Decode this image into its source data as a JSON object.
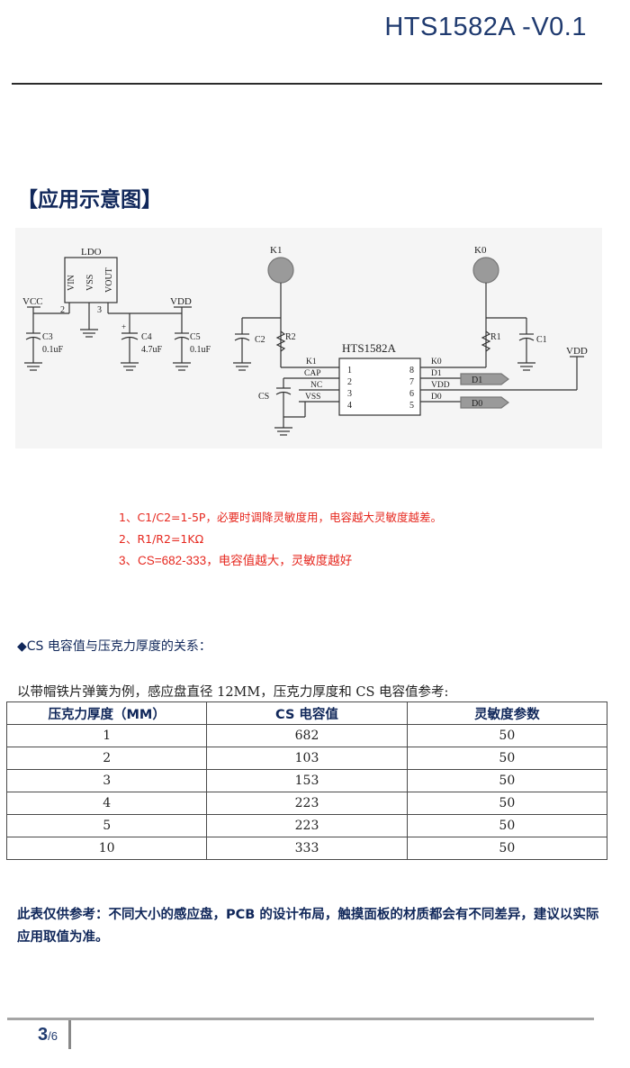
{
  "header": {
    "title": "HTS1582A -V0.1"
  },
  "section": {
    "title": "【应用示意图】"
  },
  "schematic": {
    "labels": {
      "ldo": "LDO",
      "vin": "VIN",
      "vss": "VSS",
      "vout": "VOUT",
      "pin2": "2",
      "pin3": "3",
      "vcc": "VCC",
      "vdd_left": "VDD",
      "c3": "C3",
      "c3_val": "0.1uF",
      "c4": "C4",
      "c4_val": "4.7uF",
      "c5": "C5",
      "c5_val": "0.1uF",
      "k1": "K1",
      "k0": "K0",
      "c2": "C2",
      "r2": "R2",
      "r1": "R1",
      "c1": "C1",
      "chip": "HTS1582A",
      "pin_k1": "K1",
      "pin_cap": "CAP",
      "pin_nc": "NC",
      "pin_vss": "VSS",
      "n1": "1",
      "n2": "2",
      "n3": "3",
      "n4": "4",
      "n8": "8",
      "n7": "7",
      "n6": "6",
      "n5": "5",
      "pin_k0": "K0",
      "pin_d1": "D1",
      "pin_vdd": "VDD",
      "pin_d0": "D0",
      "cs": "CS",
      "vdd_right": "VDD",
      "d1_tag": "D1",
      "d0_tag": "D0"
    }
  },
  "notes": [
    "1、C1/C2=1-5P，必要时调降灵敏度用，电容越大灵敏度越差。",
    "2、R1/R2=1KΩ",
    "3、CS=682-333，电容值越大，灵敏度越好"
  ],
  "relation": {
    "title": "◆CS 电容值与压克力厚度的关系：",
    "intro": "以带帽铁片弹簧为例，感应盘直径 12MM，压克力厚度和 CS 电容值参考:"
  },
  "table": {
    "headers": [
      "压克力厚度（MM）",
      "CS 电容值",
      "灵敏度参数"
    ],
    "rows": [
      [
        "1",
        "682",
        "50"
      ],
      [
        "2",
        "103",
        "50"
      ],
      [
        "3",
        "153",
        "50"
      ],
      [
        "4",
        "223",
        "50"
      ],
      [
        "5",
        "223",
        "50"
      ],
      [
        "10",
        "333",
        "50"
      ]
    ]
  },
  "footnote": "此表仅供参考：不同大小的感应盘，PCB 的设计布局，触摸面板的材质都会有不同差异，建议以实际应用取值为准。",
  "footer": {
    "page_current": "3",
    "page_total": "/6"
  }
}
